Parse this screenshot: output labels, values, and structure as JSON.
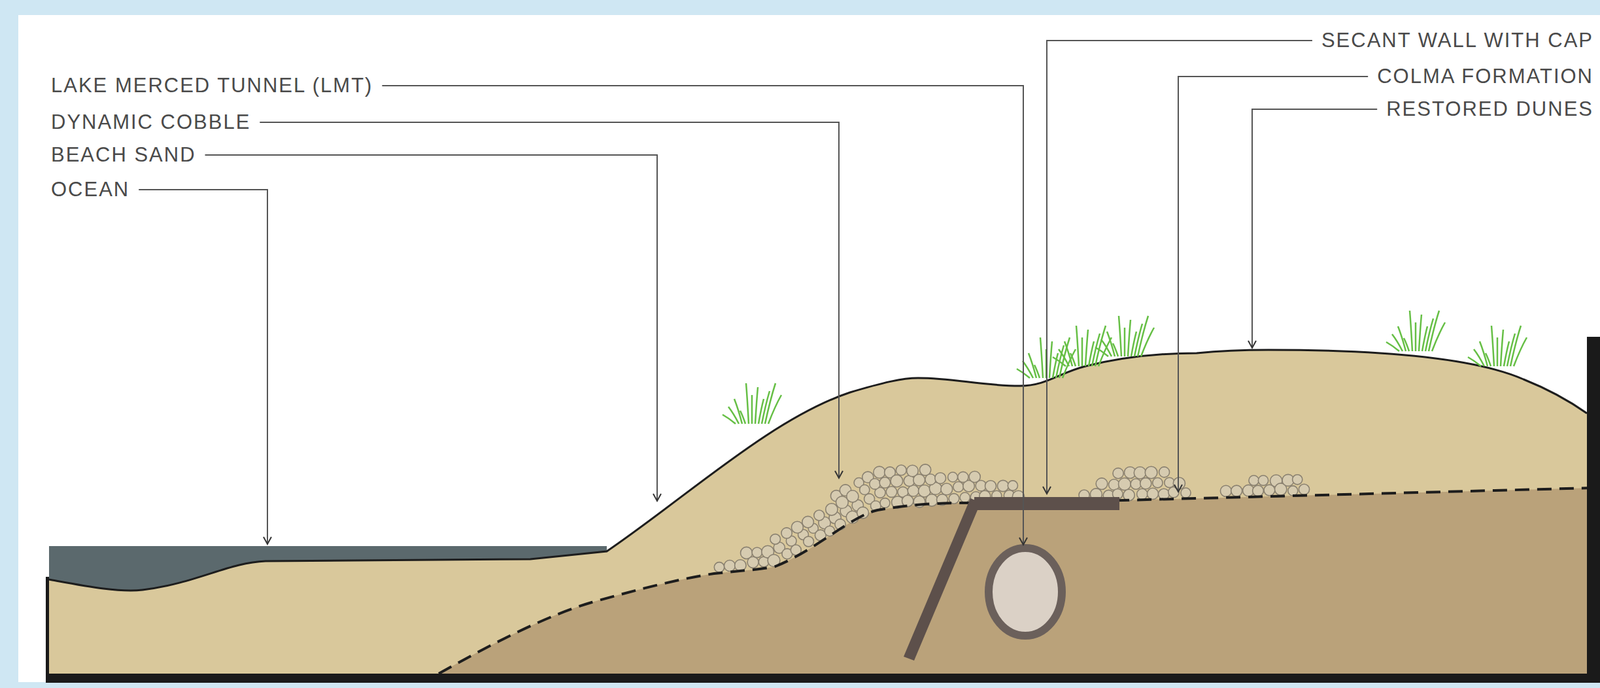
{
  "diagram": {
    "labels": [
      "LAKE MERCED TUNNEL (LMT)",
      "DYNAMIC COBBLE",
      "BEACH SAND",
      "OCEAN",
      "SECANT WALL WITH CAP",
      "COLMA FORMATION",
      "RESTORED DUNES"
    ]
  }
}
